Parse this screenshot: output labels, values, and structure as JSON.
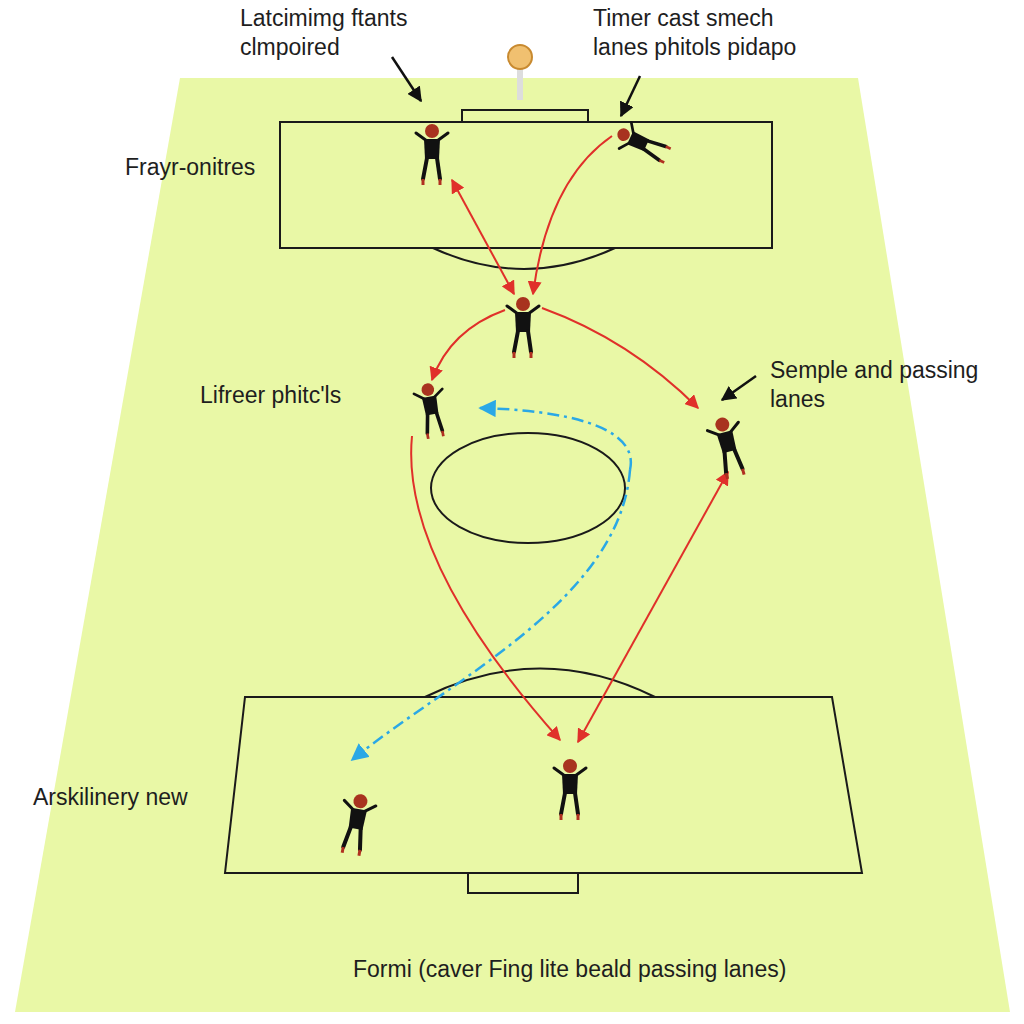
{
  "diagram": {
    "caption": "Formi (caver Fing lite beald passing lanes)",
    "labels": [
      "Latcimimg ftants clmpoired",
      "Timer cast smech lanes phitols pidapo",
      "Frayr-onitres",
      "Lifreer phitc'ls",
      "Semple and passing lanes",
      "Arskilinery new"
    ]
  }
}
